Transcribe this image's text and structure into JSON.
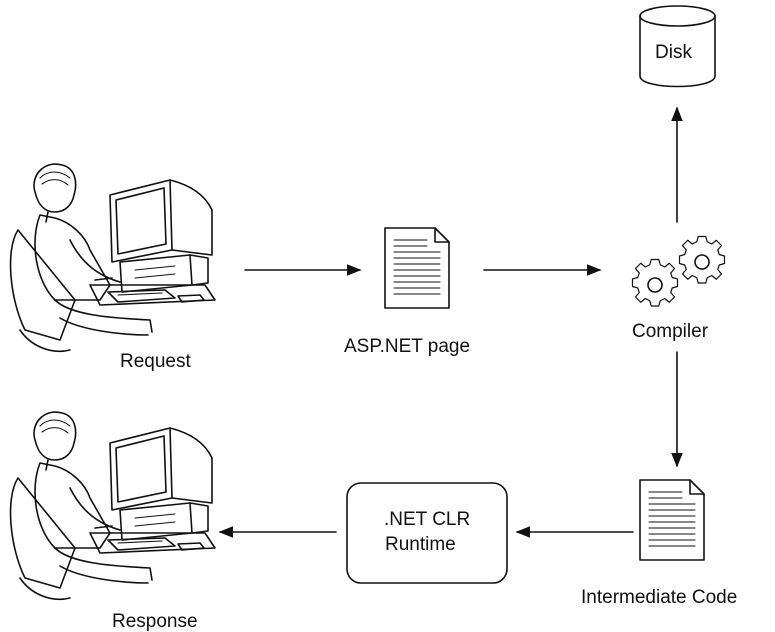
{
  "labels": {
    "disk": "Disk",
    "request": "Request",
    "aspnet_page": "ASP.NET page",
    "compiler": "Compiler",
    "clr_line1": ".NET CLR",
    "clr_line2": "Runtime",
    "intermediate_code": "Intermediate Code",
    "response": "Response"
  }
}
